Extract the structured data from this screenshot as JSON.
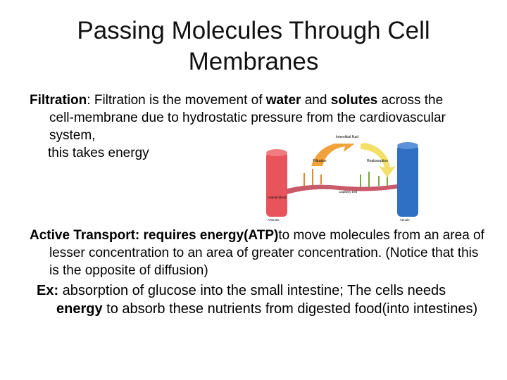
{
  "slide": {
    "title": "Passing Molecules Through Cell Membranes"
  },
  "filtration": {
    "term": "Filtration",
    "sep": ":  ",
    "t1": "Filtration is the movement of ",
    "water": "water",
    "t2": " and ",
    "solutes": "solutes",
    "t3": " across the cell-membrane due to hydrostatic pressure from the cardiovascular system,",
    "t4": "this takes energy"
  },
  "active": {
    "lead": "Active Transport: requires energy(ATP)",
    "t1": "to move molecules from an area of lesser concentration to an area of greater concentration. (Notice that this is the opposite of diffusion)"
  },
  "example": {
    "label": "Ex:",
    "t1": " absorption of glucose into the small intestine; The cells needs ",
    "energy": "energy",
    "t2": " to absorb these nutrients from digested food(into intestines)"
  },
  "figure": {
    "top_label": "Interstitial fluid",
    "left_arrow_label": "Filtration",
    "right_arrow_label": "Reabsorption",
    "center_label": "Capillary bed",
    "left_vessel_label": "Arterial blood",
    "bottom_left_label": "Arteriole",
    "bottom_right_label": "Venule",
    "colors": {
      "artery": "#e8545c",
      "vein": "#2f6fc4",
      "arrow_left": "#f2a23a",
      "arrow_right": "#f3e06a"
    }
  }
}
